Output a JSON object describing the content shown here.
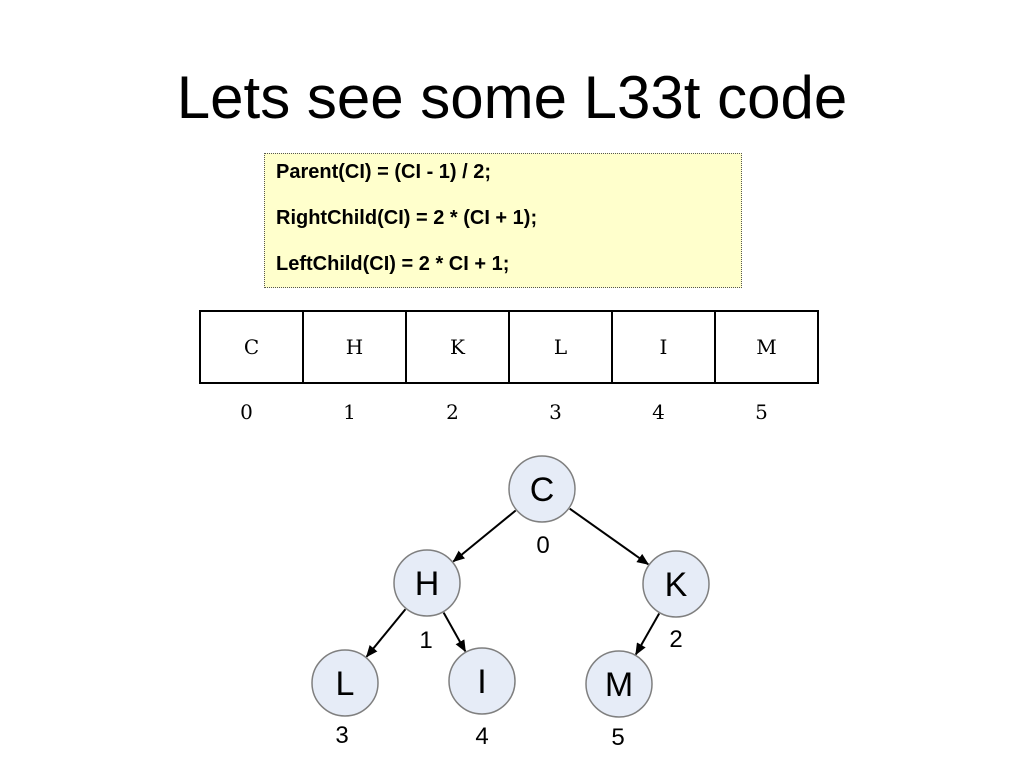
{
  "slide": {
    "title": "Lets see some L33t code"
  },
  "code": {
    "lines": [
      "Parent(CI) = (CI - 1) / 2;",
      "RightChild(CI) = 2 * (CI + 1);",
      "LeftChild(CI) = 2 * CI + 1;"
    ]
  },
  "array": {
    "cells": [
      "C",
      "H",
      "K",
      "L",
      "I",
      "M"
    ],
    "indices": [
      "0",
      "1",
      "2",
      "3",
      "4",
      "5"
    ]
  },
  "tree": {
    "nodes": [
      {
        "label": "C",
        "index": "0"
      },
      {
        "label": "H",
        "index": "1"
      },
      {
        "label": "K",
        "index": "2"
      },
      {
        "label": "L",
        "index": "3"
      },
      {
        "label": "I",
        "index": "4"
      },
      {
        "label": "M",
        "index": "5"
      }
    ],
    "edges": [
      {
        "from": 0,
        "to": 1
      },
      {
        "from": 0,
        "to": 2
      },
      {
        "from": 1,
        "to": 3
      },
      {
        "from": 1,
        "to": 4
      },
      {
        "from": 2,
        "to": 5
      }
    ]
  },
  "colors": {
    "code_background": "#ffffcc",
    "node_fill": "#e6ecf7",
    "node_stroke": "#7f7f7f"
  }
}
